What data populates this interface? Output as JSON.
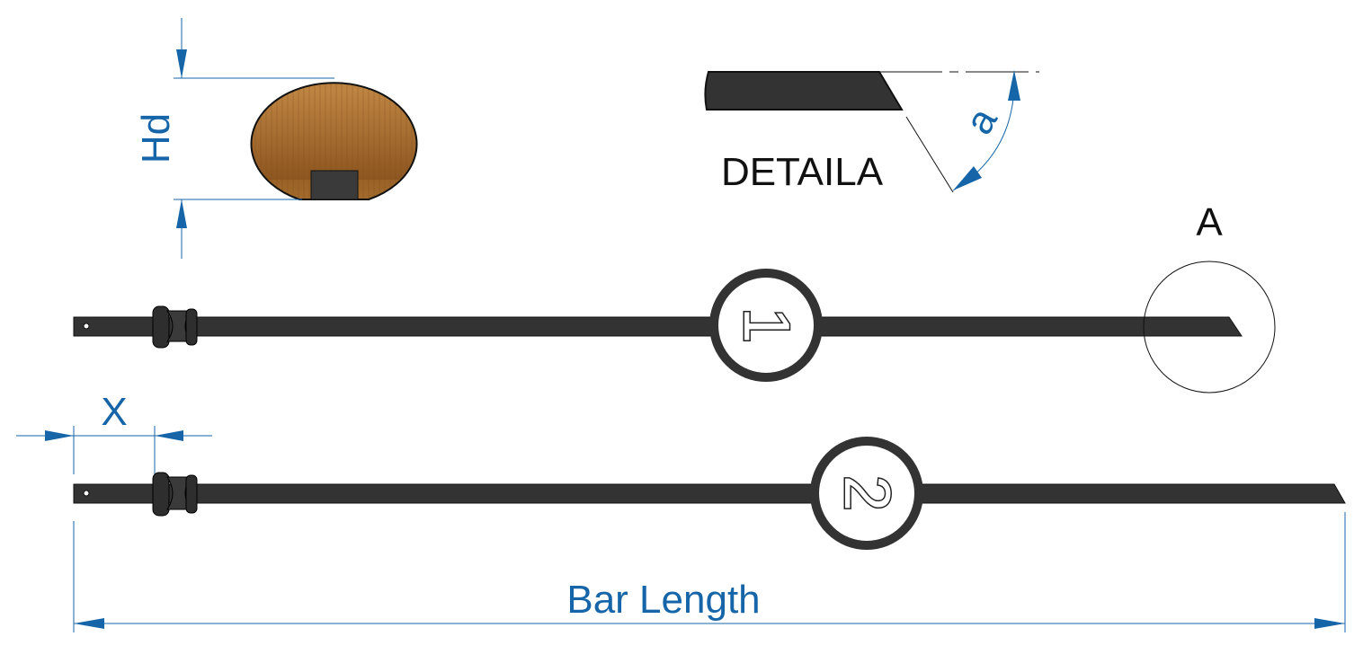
{
  "dimensions": {
    "hd_label": "Hd",
    "angle_label": "a",
    "x_label": "X",
    "bar_length_label": "Bar Length"
  },
  "detail": {
    "caption": "DETAILA",
    "marker": "A"
  },
  "bars": [
    {
      "badge": "1"
    },
    {
      "badge": "2"
    }
  ],
  "colors": {
    "dimension": "#1565a8",
    "steel": "#333333",
    "wood": "#b47a3a",
    "outline": "#111111"
  },
  "icons": {
    "cross_section": "handle-cross-section-icon",
    "bar_tip": "angled-bar-tip-icon"
  }
}
